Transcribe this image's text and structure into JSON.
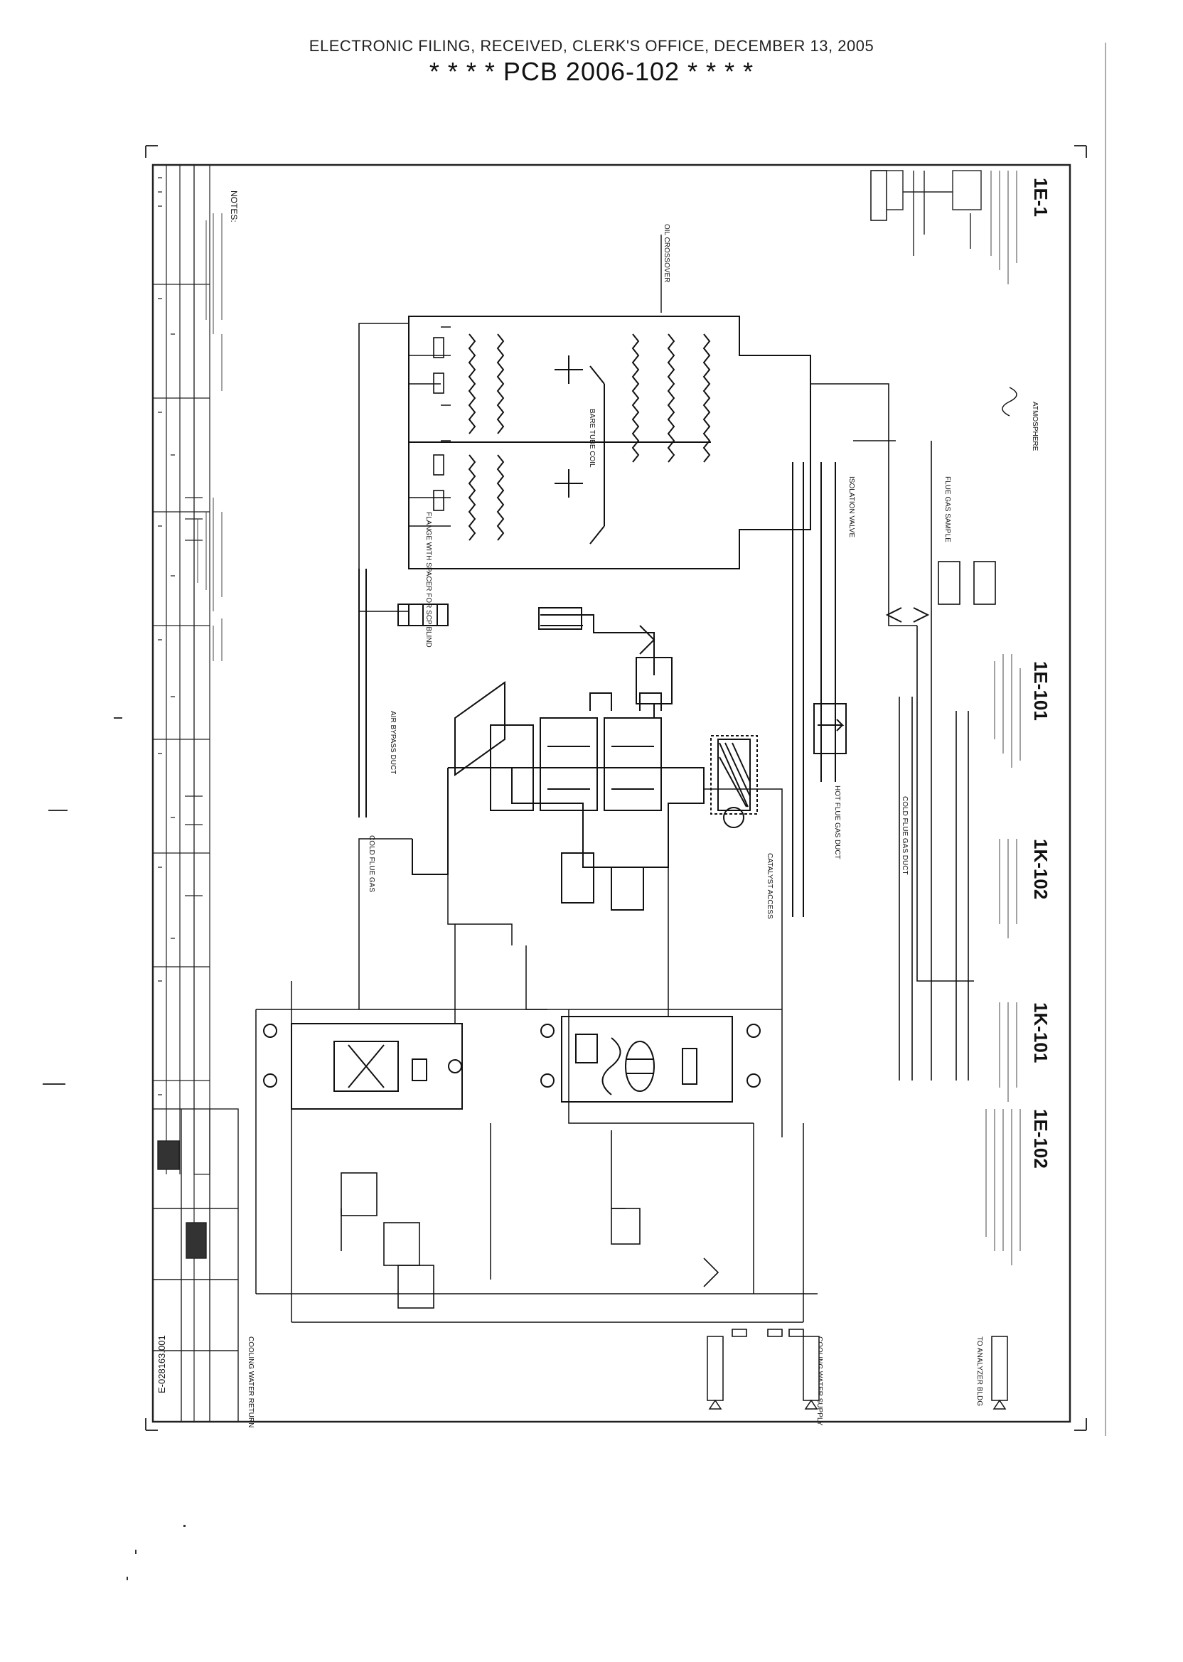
{
  "header": {
    "filing_line": "ELECTRONIC FILING, RECEIVED, CLERK'S OFFICE, DECEMBER 13, 2005",
    "case_line": "* * * * PCB 2006-102 * * * *"
  },
  "drawing": {
    "equipment_tags": [
      "1E-1",
      "1E-101",
      "1K-101",
      "1K-102",
      "1E-102"
    ],
    "labels": {
      "atmosphere": "ATMOSPHERE",
      "oil_crossover": "OIL CROSSOVER",
      "flue_gas_sample": "FLUE GAS SAMPLE",
      "isolation_valve": "ISOLATION VALVE",
      "cold_flue_gas": "COLD FLUE GAS",
      "cold_flue_gas_duct": "COLD FLUE GAS DUCT",
      "hot_flue_gas_duct": "HOT FLUE GAS DUCT",
      "air_bypass_duct": "AIR BYPASS DUCT",
      "bare_tube_coil": "BARE TUBE COIL",
      "flange_with_spacer": "FLANGE WITH SPACER FOR SCP BLIND",
      "cooling_water_supply": "COOLING WATER SUPPLY",
      "cooling_water_return": "COOLING WATER RETURN",
      "catalyst_access": "CATALYST ACCESS",
      "to_analyzer_bldg": "TO ANALYZER BLDG",
      "notes_heading": "NOTES:",
      "drawing_number": "E-028163.001"
    }
  }
}
